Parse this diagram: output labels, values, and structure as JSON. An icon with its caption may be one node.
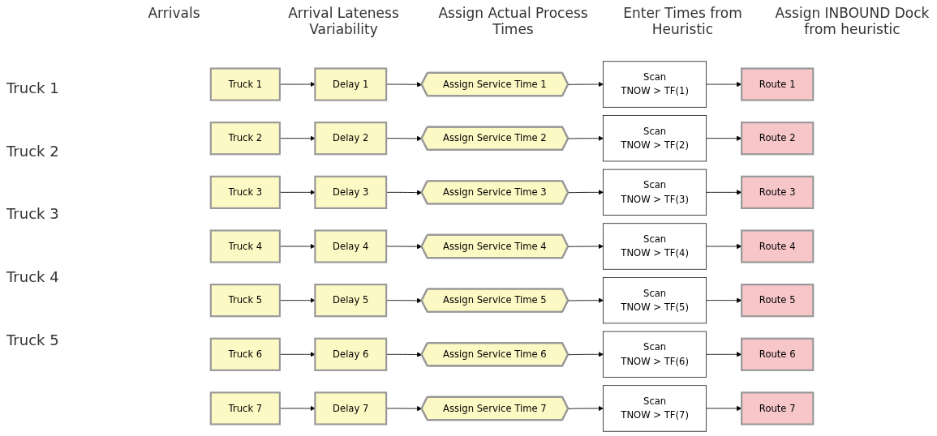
{
  "diagram": {
    "nodes": [
      {
        "text": [
          "Truck 1"
        ]
      },
      {
        "text": [
          "Delay 1"
        ]
      },
      {
        "text": [
          "Assign Service Time 1"
        ]
      },
      {
        "text": [
          "Scan",
          "TNOW > TF(1)"
        ]
      },
      {
        "text": [
          "Route 1"
        ]
      },
      {
        "text": [
          "Truck 2"
        ]
      },
      {
        "text": [
          "Delay 2"
        ]
      },
      {
        "text": [
          "Assign Service Time 2"
        ]
      },
      {
        "text": [
          "Scan",
          "TNOW > TF(2)"
        ]
      },
      {
        "text": [
          "Route 2"
        ]
      },
      {
        "text": [
          "Truck 3"
        ]
      },
      {
        "text": [
          "Delay 3"
        ]
      },
      {
        "text": [
          "Assign Service Time 3"
        ]
      },
      {
        "text": [
          "Scan",
          "TNOW > TF(3)"
        ]
      },
      {
        "text": [
          "Route 3"
        ]
      },
      {
        "text": [
          "Truck 4"
        ]
      },
      {
        "text": [
          "Delay 4"
        ]
      },
      {
        "text": [
          "Assign Service Time 4"
        ]
      },
      {
        "text": [
          "Scan",
          "TNOW > TF(4)"
        ]
      },
      {
        "text": [
          "Route 4"
        ]
      },
      {
        "text": [
          "Truck 5"
        ]
      },
      {
        "text": [
          "Delay 5"
        ]
      },
      {
        "text": [
          "Assign Service Time 5"
        ]
      },
      {
        "text": [
          "Scan",
          "TNOW > TF(5)"
        ]
      },
      {
        "text": [
          "Route 5"
        ]
      },
      {
        "text": [
          "Truck 6"
        ]
      },
      {
        "text": [
          "Delay 6"
        ]
      },
      {
        "text": [
          "Assign Service Time 6"
        ]
      },
      {
        "text": [
          "Scan",
          "TNOW > TF(6)"
        ]
      },
      {
        "text": [
          "Route 6"
        ]
      },
      {
        "text": [
          "Truck 7"
        ]
      },
      {
        "text": [
          "Delay 7"
        ]
      },
      {
        "text": [
          "Assign Service Time 7"
        ]
      },
      {
        "text": [
          "Scan",
          "TNOW > TF(7)"
        ]
      },
      {
        "text": [
          "Route 7"
        ]
      }
    ],
    "edges": [
      {
        "from": 0,
        "to": 1,
        "arrow": "to"
      },
      {
        "from": 1,
        "to": 2,
        "arrow": "to"
      },
      {
        "from": 2,
        "to": 3,
        "arrow": "to"
      },
      {
        "from": 3,
        "to": 4,
        "arrow": "to"
      },
      {
        "from": 5,
        "to": 6,
        "arrow": "to"
      },
      {
        "from": 6,
        "to": 7,
        "arrow": "to"
      },
      {
        "from": 7,
        "to": 8,
        "arrow": "to"
      },
      {
        "from": 8,
        "to": 9,
        "arrow": "to"
      },
      {
        "from": 10,
        "to": 11,
        "arrow": "to"
      },
      {
        "from": 11,
        "to": 12,
        "arrow": "to"
      },
      {
        "from": 12,
        "to": 13,
        "arrow": "to"
      },
      {
        "from": 13,
        "to": 14,
        "arrow": "to"
      },
      {
        "from": 15,
        "to": 16,
        "arrow": "to"
      },
      {
        "from": 16,
        "to": 17,
        "arrow": "to"
      },
      {
        "from": 17,
        "to": 18,
        "arrow": "to"
      },
      {
        "from": 18,
        "to": 19,
        "arrow": "to"
      },
      {
        "from": 20,
        "to": 21,
        "arrow": "to"
      },
      {
        "from": 21,
        "to": 22,
        "arrow": "to"
      },
      {
        "from": 22,
        "to": 23,
        "arrow": "to"
      },
      {
        "from": 23,
        "to": 24,
        "arrow": "to"
      },
      {
        "from": 25,
        "to": 26,
        "arrow": "to"
      },
      {
        "from": 26,
        "to": 27,
        "arrow": "to"
      },
      {
        "from": 27,
        "to": 28,
        "arrow": "to"
      },
      {
        "from": 28,
        "to": 29,
        "arrow": "to"
      },
      {
        "from": 30,
        "to": 31,
        "arrow": "to"
      },
      {
        "from": 31,
        "to": 32,
        "arrow": "to"
      },
      {
        "from": 32,
        "to": 33,
        "arrow": "to"
      },
      {
        "from": 33,
        "to": 34,
        "arrow": "to"
      }
    ],
    "labels": [
      "Arrivals",
      "Arrival Lateness Variability",
      "Assign Actual Process Times",
      "Enter Times from Heuristic",
      "Assign INBOUND Dock from heuristic",
      "Truck 1",
      "Truck 2",
      "Truck 3",
      "Truck 4",
      "Truck 5"
    ]
  }
}
